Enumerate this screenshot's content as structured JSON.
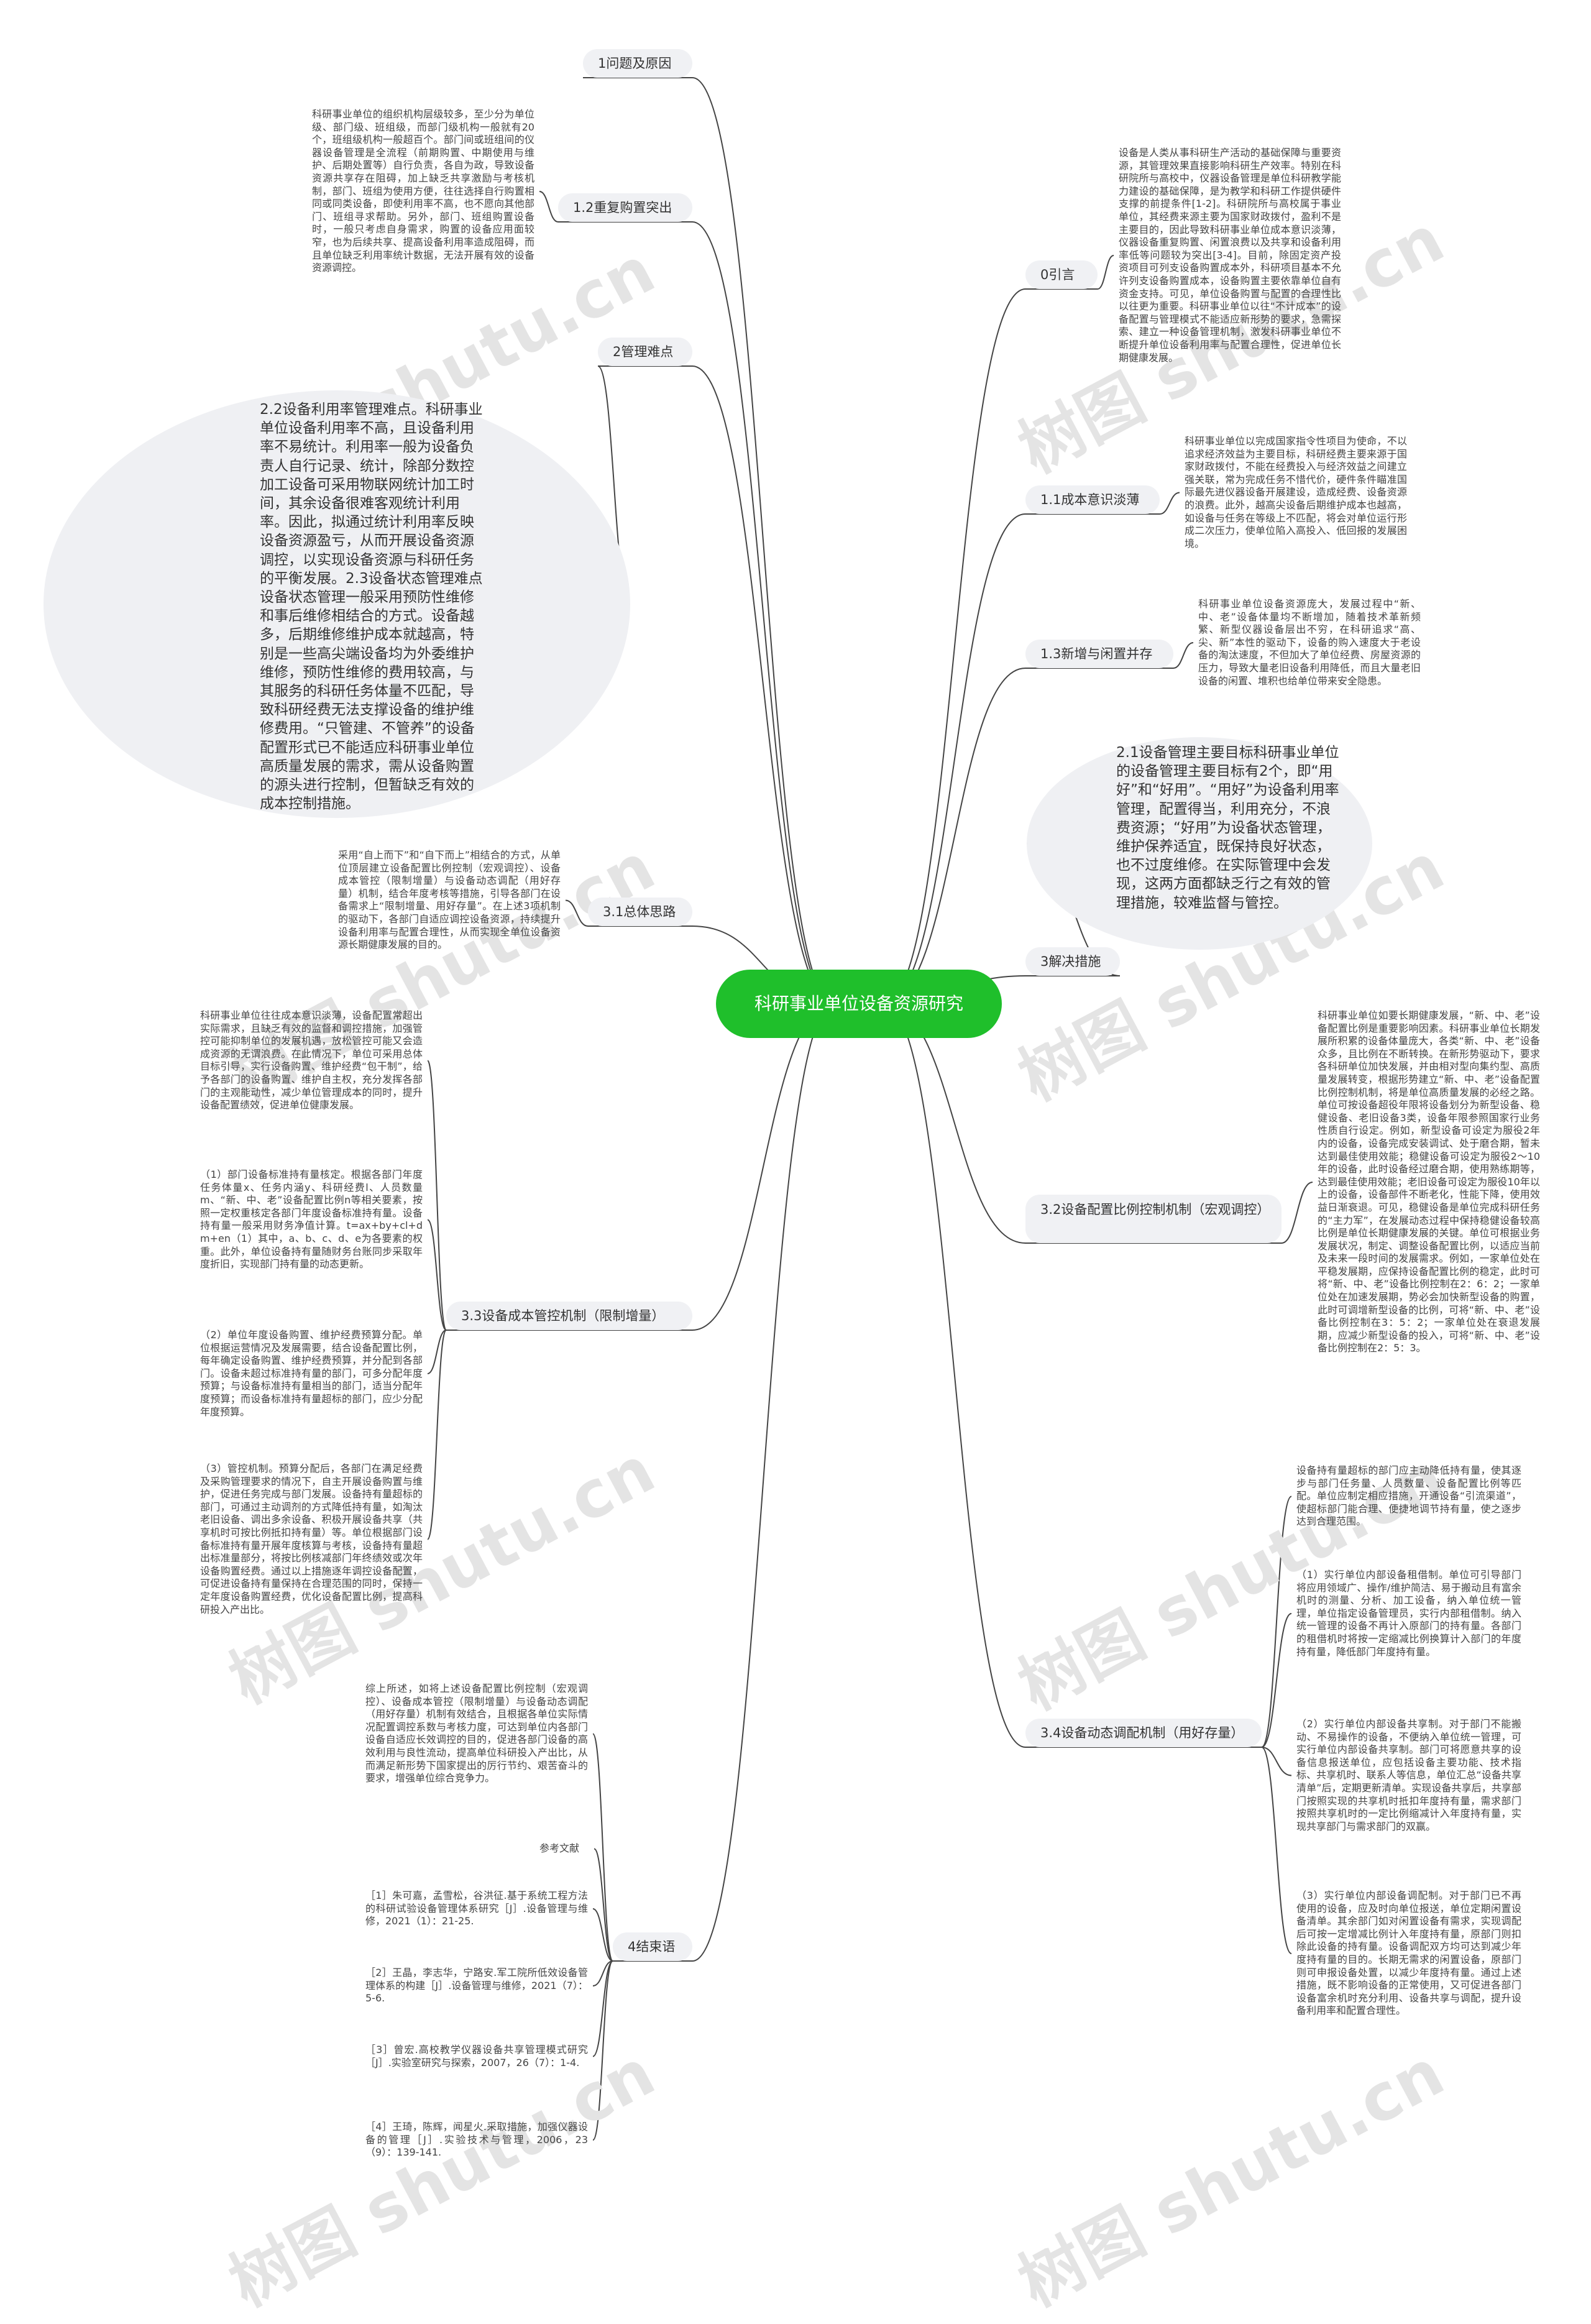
{
  "root": {
    "title": "科研事业单位设备资源研究"
  },
  "watermark": {
    "text": "树图 shutu.cn"
  },
  "branches": {
    "b1": "1问题及原因",
    "b12": "1.2重复购置突出",
    "b2": "2管理难点",
    "b31": "3.1总体思路",
    "b33": "3.3设备成本管控机制（限制增量）",
    "b4": "4结束语",
    "b0": "0引言",
    "b11": "1.1成本意识淡薄",
    "b13": "1.3新增与闲置并存",
    "b3": "3解决措施",
    "b32": "3.2设备配置比例控制机制（宏观调控）",
    "b34": "3.4设备动态调配机制（用好存量）"
  },
  "bubbles": {
    "b22": "2.2设备利用率管理难点。科研事业单位设备利用率不高，且设备利用率不易统计。利用率一般为设备负责人自行记录、统计，除部分数控加工设备可采用物联网统计加工时间，其余设备很难客观统计利用率。因此，拟通过统计利用率反映设备资源盈亏，从而开展设备资源调控，以实现设备资源与科研任务的平衡发展。2.3设备状态管理难点设备状态管理一般采用预防性维修和事后维修相结合的方式。设备越多，后期维修维护成本就越高，特别是一些高尖端设备均为外委维护维修，预防性维修的费用较高，与其服务的科研任务体量不匹配，导致科研经费无法支撑设备的维护维修费用。“只管建、不管养”的设备配置形式已不能适应科研事业单位高质量发展的需求，需从设备购置的源头进行控制，但暂缺乏有效的成本控制措施。",
    "b21": "2.1设备管理主要目标科研事业单位的设备管理主要目标有2个，即“用好”和“好用”。“用好”为设备利用率管理，配置得当，利用充分，不浪费资源；“好用”为设备状态管理，维护保养适宜，既保持良好状态，也不过度维修。在实际管理中会发现，这两方面都缺乏行之有效的管理措施，较难监督与管控。"
  },
  "notes": {
    "n12": "科研事业单位的组织机构层级较多，至少分为单位级、部门级、班组级，而部门级机构一般就有20个，班组级机构一般超百个。部门间或班组间的仪器设备管理是全流程（前期购置、中期使用与维护、后期处置等）自行负责，各自为政，导致设备资源共享存在阻碍，加上缺乏共享激励与考核机制，部门、班组为使用方便，往往选择自行购置相同或同类设备，即使利用率不高，也不愿向其他部门、班组寻求帮助。另外，部门、班组购置设备时，一般只考虑自身需求，购置的设备应用面较窄，也为后续共享、提高设备利用率造成阻碍，而且单位缺乏利用率统计数据，无法开展有效的设备资源调控。",
    "n31": "采用“自上而下”和“自下而上”相结合的方式，从单位顶层建立设备配置比例控制（宏观调控）、设备成本管控（限制增量）与设备动态调配（用好存量）机制，结合年度考核等措施，引导各部门在设备需求上“限制增量、用好存量”。在上述3项机制的驱动下，各部门自适应调控设备资源，持续提升设备利用率与配置合理性，从而实现全单位设备资源长期健康发展的目的。",
    "n33a": "科研事业单位往往成本意识淡薄，设备配置常超出实际需求，且缺乏有效的监督和调控措施，加强管控可能抑制单位的发展机遇，放松管控可能又会造成资源的无谓浪费。在此情况下，单位可采用总体目标引导，实行设备购置、维护经费“包干制”，给予各部门的设备购置、维护自主权，充分发挥各部门的主观能动性，减少单位管理成本的同时，提升设备配置绩效，促进单位健康发展。",
    "n33b": "（1）部门设备标准持有量核定。根据各部门年度任务体量x、任务内涵y、科研经费l、人员数量m、“新、中、老”设备配置比例n等相关要素，按照一定权重核定各部门年度设备标准持有量。设备持有量一般采用财务净值计算。t=ax+by+cl+dm+en（1）其中，a、b、c、d、e为各要素的权重。此外，单位设备持有量随财务台账同步采取年度折旧，实现部门持有量的动态更新。",
    "n33c": "（2）单位年度设备购置、维护经费预算分配。单位根据运营情况及发展需要，结合设备配置比例，每年确定设备购置、维护经费预算，并分配到各部门。设备未超过标准持有量的部门，可多分配年度预算；与设备标准持有量相当的部门，适当分配年度预算；而设备标准持有量超标的部门，应少分配年度预算。",
    "n33d": "（3）管控机制。预算分配后，各部门在满足经费及采购管理要求的情况下，自主开展设备购置与维护，促进任务完成与部门发展。设备持有量超标的部门，可通过主动调剂的方式降低持有量，如淘汰老旧设备、调出多余设备、积极开展设备共享（共享机时可按比例抵扣持有量）等。单位根据部门设备标准持有量开展年度核算与考核，设备持有量超出标准量部分，将按比例核减部门年终绩效或次年设备购置经费。通过以上措施逐年调控设备配置，可促进设备持有量保持在合理范围的同时，保持一定年度设备购置经费，优化设备配置比例，提高科研投入产出比。",
    "n4a": "综上所述，如将上述设备配置比例控制（宏观调控）、设备成本管控（限制增量）与设备动态调配（用好存量）机制有效结合，且根据各单位实际情况配置调控系数与考核力度，可达到单位内各部门设备自适应长效调控的目的，促进各部门设备的高效利用与良性流动，提高单位科研投入产出比，从而满足新形势下国家提出的厉行节约、艰苦奋斗的要求，增强单位综合竞争力。",
    "n4b": "参考文献",
    "n4c": "［1］朱可嘉，孟雪松，谷洪征.基于系统工程方法的科研试验设备管理体系研究［J］.设备管理与维修，2021（1）：21-25.",
    "n4d": "［2］王晶，李志华，宁路安.军工院所低效设备管理体系的构建［J］.设备管理与维修，2021（7）：5-6.",
    "n4e": "［3］曾宏.高校教学仪器设备共享管理模式研究［J］.实验室研究与探索，2007，26（7）：1-4.",
    "n4f": "［4］王琦，陈辉，闻星火.采取措施，加强仪器设备的管理［J］.实验技术与管理，2006，23（9）：139-141.",
    "n0": "设备是人类从事科研生产活动的基础保障与重要资源，其管理效果直接影响科研生产效率。特别在科研院所与高校中，仪器设备管理是单位科研教学能力建设的基础保障，是为教学和科研工作提供硬件支撑的前提条件[1-2]。科研院所与高校属于事业单位，其经费来源主要为国家财政拨付，盈利不是主要目的，因此导致科研事业单位成本意识淡薄，仪器设备重复购置、闲置浪费以及共享和设备利用率低等问题较为突出[3-4]。目前，除固定资产投资项目可列支设备购置成本外，科研项目基本不允许列支设备购置成本，设备购置主要依靠单位自有资金支持。可见，单位设备购置与配置的合理性比以往更为重要。科研事业单位以往“不计成本”的设备配置与管理模式不能适应新形势的要求，急需探索、建立一种设备管理机制，激发科研事业单位不断提升单位设备利用率与配置合理性，促进单位长期健康发展。",
    "n11": "科研事业单位以完成国家指令性项目为使命，不以追求经济效益为主要目标，科研经费主要来源于国家财政拨付，不能在经费投入与经济效益之间建立强关联，常为完成任务不惜代价，硬件条件瞄准国际最先进仪器设备开展建设，造成经费、设备资源的浪费。此外，越高尖设备后期维护成本也越高，如设备与任务在等级上不匹配，将会对单位运行形成二次压力，使单位陷入高投入、低回报的发展困境。",
    "n13": "科研事业单位设备资源庞大，发展过程中“新、中、老”设备体量均不断增加，随着技术革新频繁、新型仪器设备层出不穷，在科研追求“高、尖、新”本性的驱动下，设备的购入速度大于老设备的淘汰速度，不但加大了单位经费、房屋资源的压力，导致大量老旧设备利用降低，而且大量老旧设备的闲置、堆积也给单位带来安全隐患。",
    "n32": "科研事业单位如要长期健康发展，“新、中、老”设备配置比例是重要影响因素。科研事业单位长期发展所积累的设备体量庞大，各类“新、中、老”设备众多，且比例在不断转换。在新形势驱动下，要求各科研单位加快发展，并由相对型向集约型、高质量发展转变，根据形势建立“新、中、老”设备配置比例控制机制，将是单位高质量发展的必经之路。单位可按设备超役年限将设备划分为新型设备、稳健设备、老旧设备3类，设备年限参照国家行业务性质自行设定。例如，新型设备可设定为服役2年内的设备，设备完成安装调试、处于磨合期，暂未达到最佳使用效能；稳健设备可设定为服役2～10年的设备，此时设备经过磨合期，使用熟练期等，达到最佳使用效能；老旧设备可设定为服役10年以上的设备，设备部件不断老化，性能下降，使用效益日渐衰退。可见，稳健设备是单位完成科研任务的“主力军”，在发展动态过程中保持稳健设备较高比例是单位长期健康发展的关键。单位可根据业务发展状况，制定、调整设备配置比例，以适应当前及未来一段时间的发展需求。例如，一家单位处在平稳发展期，应保持设备配置比例的稳定，此时可将“新、中、老”设备比例控制在2：6：2；一家单位处在加速发展期，势必会加快新型设备的购置，此时可调增新型设备的比例，可将“新、中、老”设备比例控制在3：5：2；一家单位处在衰退发展期，应减少新型设备的投入，可将“新、中、老”设备比例控制在2：5：3。",
    "n34a": "设备持有量超标的部门应主动降低持有量，使其逐步与部门任务量、人员数量、设备配置比例等匹配。单位应制定相应措施，开通设备“引流渠道”，使超标部门能合理、便捷地调节持有量，使之逐步达到合理范围。",
    "n34b": "（1）实行单位内部设备租借制。单位可引导部门将应用领域广、操作/维护简洁、易于搬动且有富余机时的测量、分析、加工设备，纳入单位统一管理，单位指定设备管理员，实行内部租借制。纳入统一管理的设备不再计入原部门的持有量。各部门的租借机时将按一定缩减比例换算计入部门的年度持有量，降低部门年度持有量。",
    "n34c": "（2）实行单位内部设备共享制。对于部门不能搬动、不易操作的设备，不便纳入单位统一管理，可实行单位内部设备共享制。部门可将愿意共享的设备信息报送单位，应包括设备主要功能、技术指标、共享机时、联系人等信息，单位汇总“设备共享清单”后，定期更新清单。实现设备共享后，共享部门按照实现的共享机时抵扣年度持有量，需求部门按照共享机时的一定比例缩减计入年度持有量，实现共享部门与需求部门的双赢。",
    "n34d": "（3）实行单位内部设备调配制。对于部门已不再使用的设备，应及时向单位报送，单位定期闲置设备清单。其余部门如对闲置设备有需求，实现调配后可按一定增减比例计入年度持有量，原部门则扣除此设备的持有量。设备调配双方均可达到减少年度持有量的目的。长期无需求的闲置设备，原部门则可申报设备处置，以减少年度持有量。通过上述措施，既不影响设备的正常使用，又可促进各部门设备富余机时充分利用、设备共享与调配，提升设备利用率和配置合理性。"
  }
}
